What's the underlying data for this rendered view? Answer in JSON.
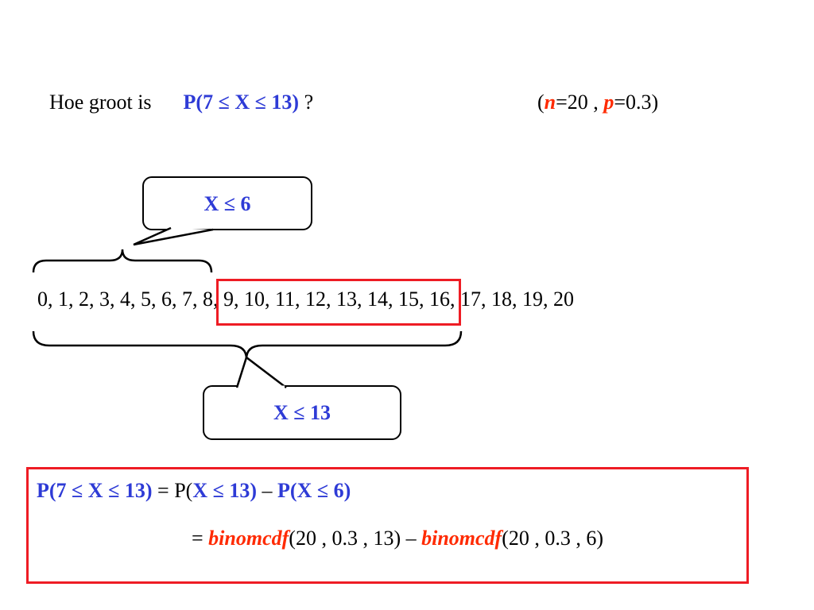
{
  "question": {
    "label": "Hoe groot is",
    "expr": "P(7 ≤ X ≤ 13)",
    "qmark": " ?"
  },
  "params": {
    "open": "(",
    "n_sym": "n",
    "n_val": "=20 ,  ",
    "p_sym": "p",
    "p_val": "=0.3)"
  },
  "numbers": {
    "left": "0, 1, 2, 3, 4, 5, 6, ",
    "middle": "7, 8, 9, 10, 11, 12, 13, ",
    "right": "14, 15, 16, 17, 18, 19, 20"
  },
  "bubbles": {
    "upper": "X ≤ 6",
    "lower": "X ≤ 13"
  },
  "result": {
    "line1": {
      "lhs": "P(7 ≤ X ≤ 13)",
      "eq": " = ",
      "p_open": "P(",
      "term1": "X ≤ 13)",
      "minus": " – ",
      "term2": "P(X ≤ 6)"
    },
    "line2": {
      "eq": "= ",
      "fn1": "binomcdf",
      "args1": "(20 , 0.3 , 13) – ",
      "fn2": "binomcdf",
      "args2": "(20 , 0.3 , 6)"
    }
  },
  "colors": {
    "blue": "#2e3bd6",
    "red": "#ee1c24",
    "orange_red": "#ff2a00"
  }
}
